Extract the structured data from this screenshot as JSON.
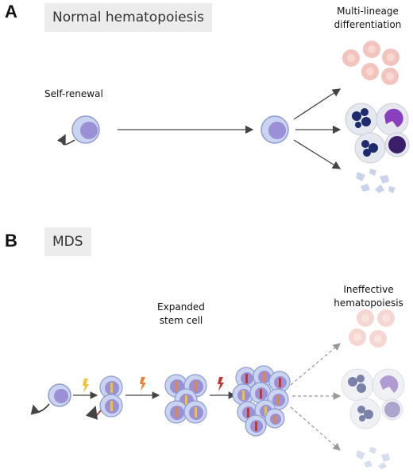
{
  "panel_a": {
    "letter": "A",
    "title": "Normal hematopoiesis",
    "self_renewal_label": "Self-renewal",
    "outcome_label_line1": "Multi-lineage",
    "outcome_label_line2": "differentiation"
  },
  "panel_b": {
    "letter": "B",
    "title": "MDS",
    "expanded_label_line1": "Expanded",
    "expanded_label_line2": "stem cell",
    "outcome_label_line1": "Ineffective",
    "outcome_label_line2": "hematopoiesis"
  },
  "colors": {
    "stem_cell": "#a9b3e6",
    "stem_nucleus": "#9b8fd6",
    "red_cell": "#f0c4be",
    "granulocyte_nucleus": "#1d2a6b",
    "monocyte_nucleus": "#8a3fbf",
    "platelet": "#c9d4ea",
    "mutation_yellow": "#f2c230",
    "mutation_orange": "#e8843a",
    "mutation_red": "#c0392b"
  },
  "icons": [
    "stem-cell-icon",
    "red-blood-cell-icon",
    "granulocyte-icon",
    "monocyte-icon",
    "platelet-icon",
    "mutation-bolt-icon"
  ]
}
